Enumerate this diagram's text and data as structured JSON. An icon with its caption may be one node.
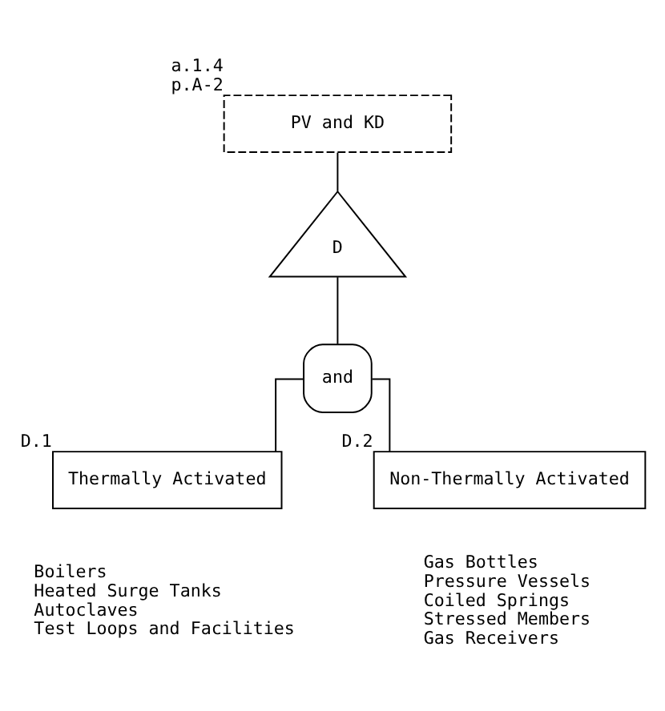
{
  "diagram": {
    "nodes": [
      {
        "text": [
          "PV and KD"
        ],
        "beside": [
          "a.1.4",
          "p.A-2"
        ]
      },
      {
        "text": [
          "D"
        ]
      },
      {
        "text": [
          "and"
        ]
      },
      {
        "text": [
          "Thermally Activated"
        ],
        "beside": [
          "D.1"
        ]
      },
      {
        "text": [
          "Non-Thermally Activated"
        ],
        "beside": [
          "D.2"
        ]
      }
    ],
    "edges": [
      {
        "from": 0,
        "to": 1,
        "arrow": "none"
      },
      {
        "from": 1,
        "to": 2,
        "arrow": "none"
      },
      {
        "from": 2,
        "to": 3,
        "arrow": "none"
      },
      {
        "from": 2,
        "to": 4,
        "arrow": "none"
      }
    ],
    "labels": [
      "Boilers",
      "Heated Surge Tanks",
      "Autoclaves",
      "Test Loops and Facilities",
      "Gas Bottles",
      "Pressure Vessels",
      "Coiled Springs",
      "Stressed Members",
      "Gas Receivers"
    ]
  }
}
